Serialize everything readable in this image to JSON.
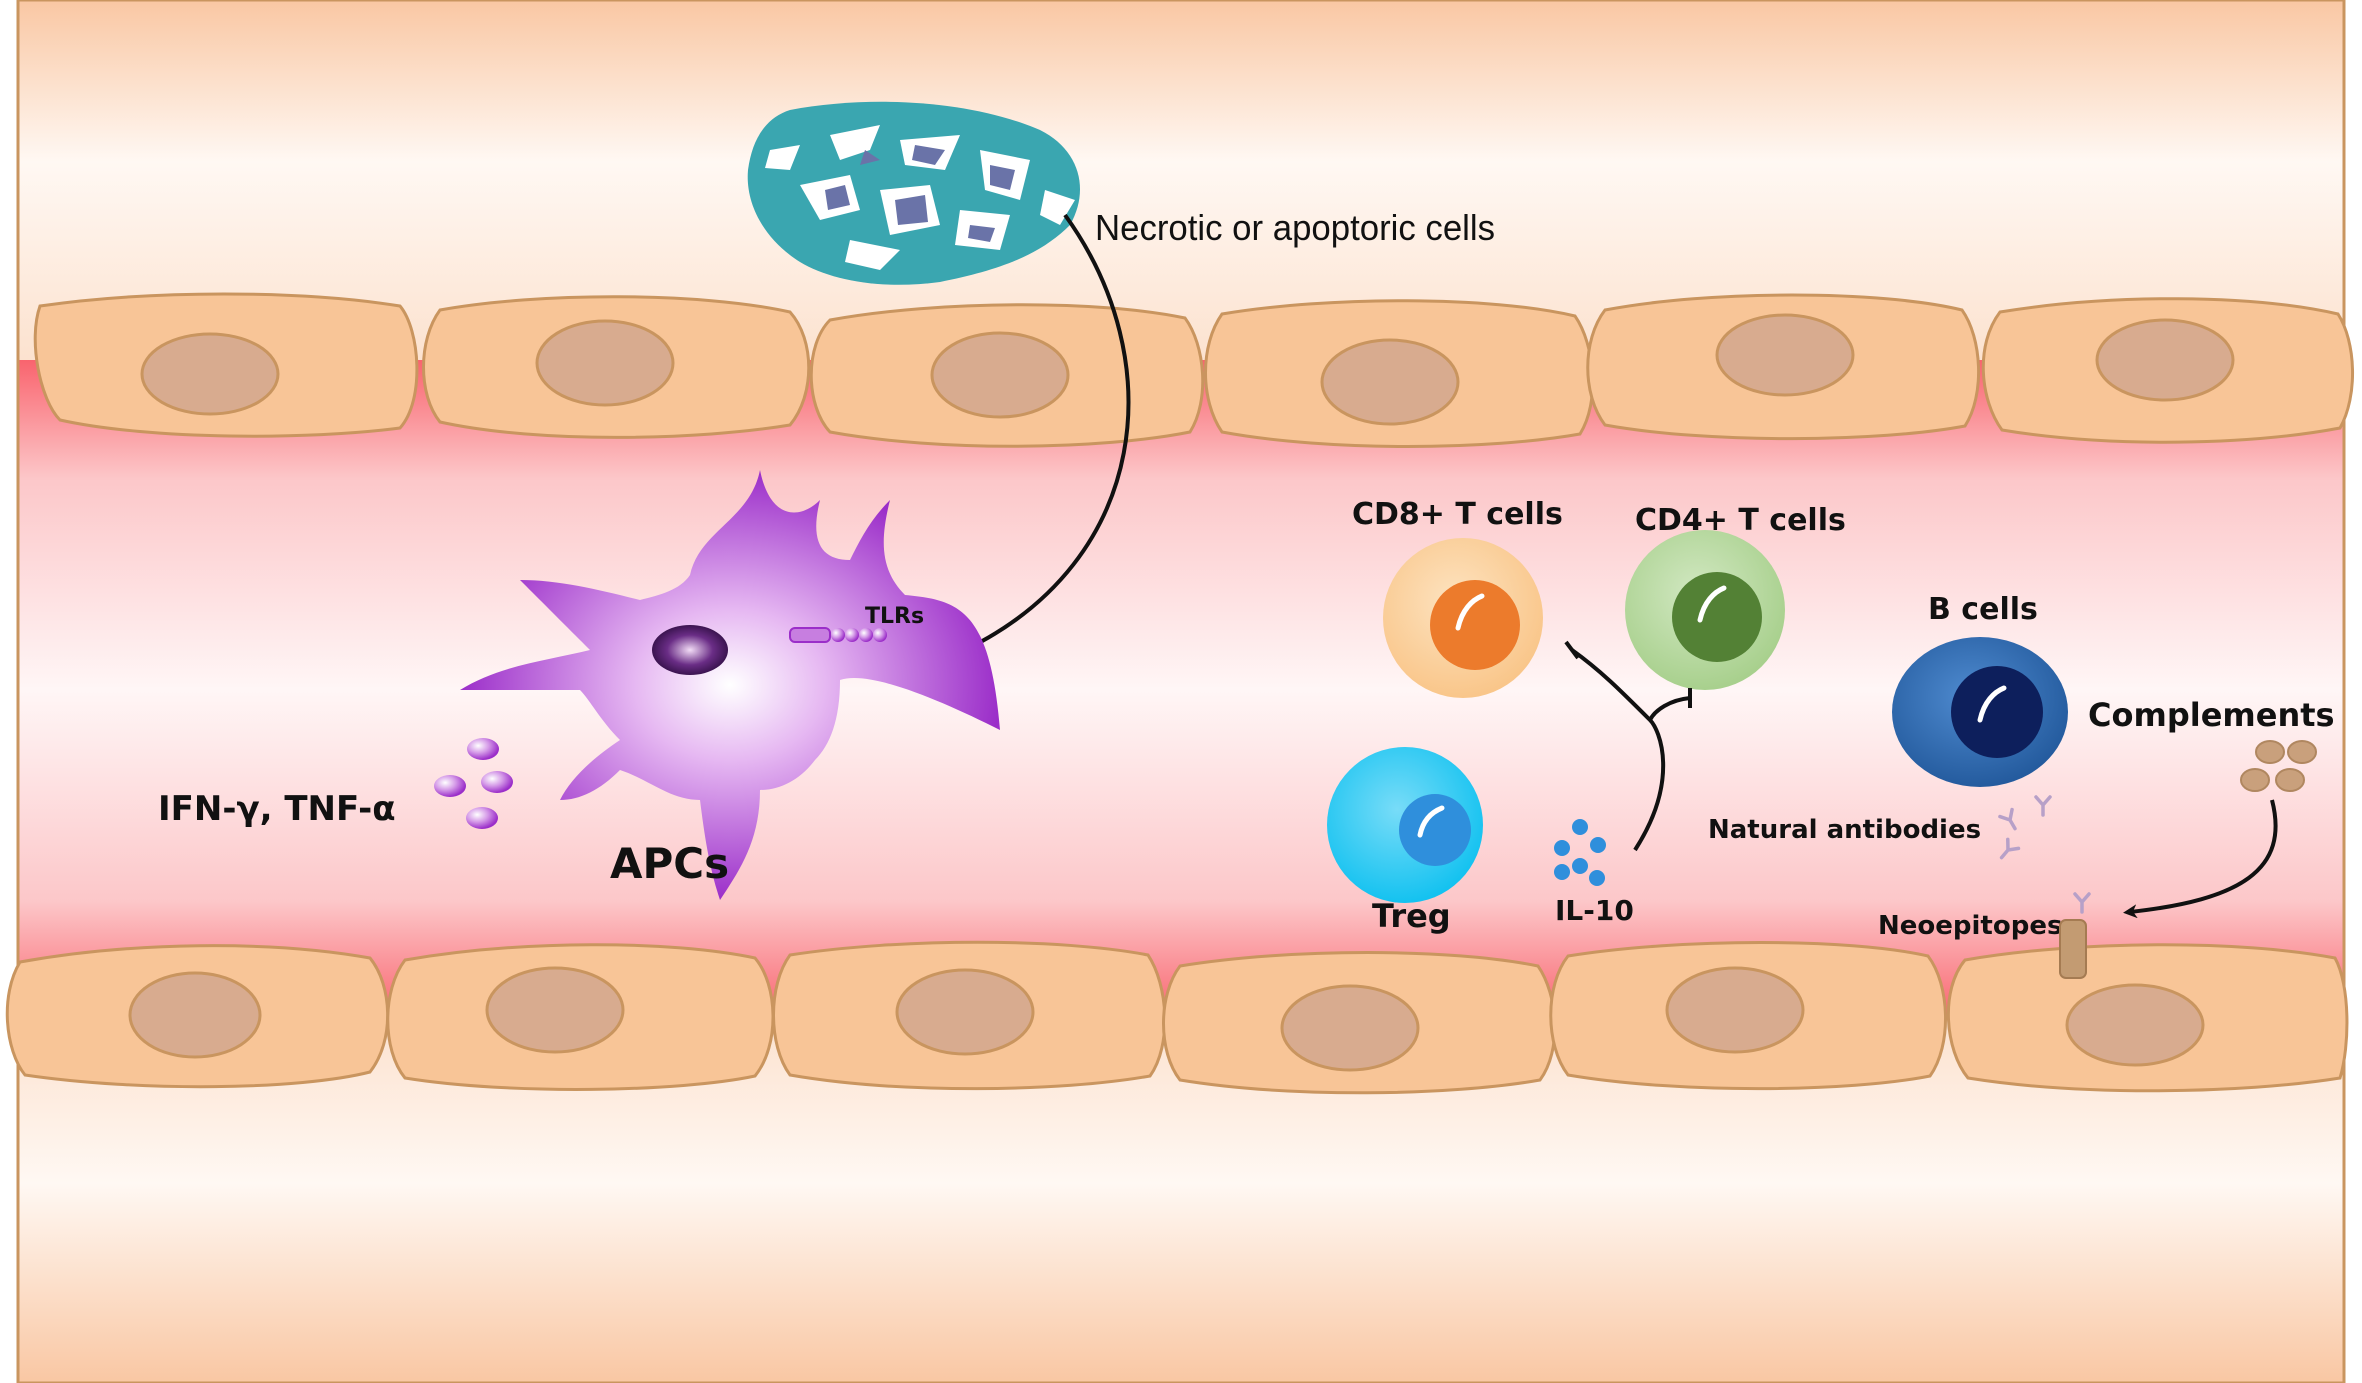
{
  "labels": {
    "necrotic": "Necrotic or apoptoric cells",
    "tlrs": "TLRs",
    "apcs": "APCs",
    "cytokines": "IFN-γ,  TNF-α",
    "cd8": "CD8+ T cells",
    "cd4": "CD4+ T cells",
    "bcells": "B cells",
    "complements": "Complements",
    "natural_antibodies": "Natural antibodies",
    "treg": "Treg",
    "il10": "IL-10",
    "neoepitopes": "Neoepitopes"
  },
  "colors": {
    "endothelial_fill": "#f8c597",
    "endothelial_stroke": "#c9955f",
    "nucleus": "#d8ab8f",
    "lumen_red": "#f9838a",
    "apc_purple": "#9b2ec9",
    "cd8_outer": "#f9c68a",
    "cd8_inner": "#ec7b2c",
    "cd4_outer": "#a8d08d",
    "cd4_inner": "#538135",
    "treg_outer": "#14c2f0",
    "treg_inner": "#2f8fdc",
    "bcell_outer": "#2e6db3",
    "bcell_inner": "#0d1f5c",
    "necrotic_teal": "#3aa6b0",
    "necrotic_fragment": "#6a73a8",
    "il10_dots": "#2f8fdc",
    "complement_dots": "#c9a07c",
    "antibody": "#b7a0c8"
  }
}
